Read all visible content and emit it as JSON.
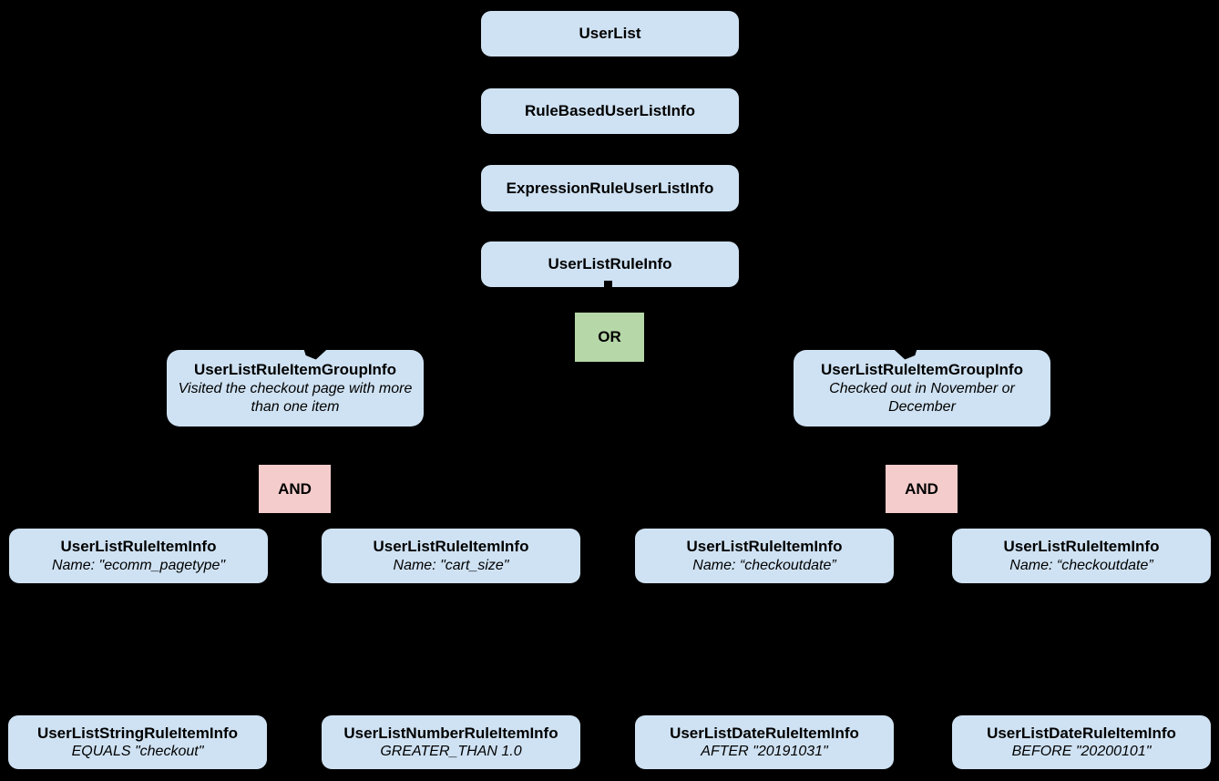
{
  "diagram": {
    "background_color": "#000000",
    "node_fill_color": "#cfe2f3",
    "or_fill_color": "#b6d7a8",
    "and_fill_color": "#f4cccc",
    "text_color": "#000000",
    "chain": [
      {
        "label": "UserList"
      },
      {
        "label": "RuleBasedUserListInfo"
      },
      {
        "label": "ExpressionRuleUserListInfo"
      },
      {
        "label": "UserListRuleInfo"
      }
    ],
    "or_operator": {
      "label": "OR"
    },
    "groups": [
      {
        "title": "UserListRuleItemGroupInfo",
        "subtitle": "Visited the checkout page with more than one item",
        "operator": "AND"
      },
      {
        "title": "UserListRuleItemGroupInfo",
        "subtitle": "Checked out in November or December",
        "operator": "AND"
      }
    ],
    "rule_items": [
      {
        "title": "UserListRuleItemInfo",
        "subtitle": "Name: \"ecomm_pagetype\""
      },
      {
        "title": "UserListRuleItemInfo",
        "subtitle": "Name: \"cart_size\""
      },
      {
        "title": "UserListRuleItemInfo",
        "subtitle": "Name: “checkoutdate”"
      },
      {
        "title": "UserListRuleItemInfo",
        "subtitle": "Name: “checkoutdate”"
      }
    ],
    "operands": [
      {
        "title": "UserListStringRuleItemInfo",
        "subtitle": "EQUALS \"checkout\""
      },
      {
        "title": "UserListNumberRuleItemInfo",
        "subtitle": "GREATER_THAN 1.0"
      },
      {
        "title": "UserListDateRuleItemInfo",
        "subtitle": "AFTER \"20191031\""
      },
      {
        "title": "UserListDateRuleItemInfo",
        "subtitle": "BEFORE \"20200101\""
      }
    ]
  }
}
